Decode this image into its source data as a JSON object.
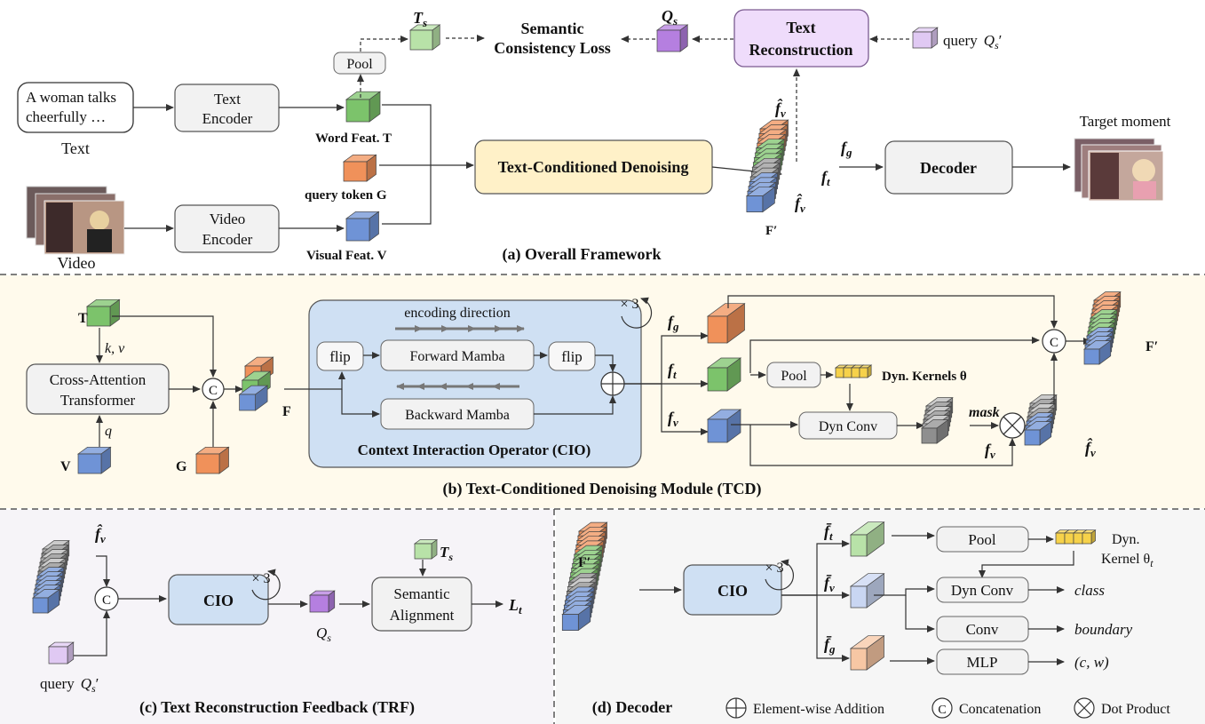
{
  "panels": {
    "a": {
      "caption": "(a) Overall Framework"
    },
    "b": {
      "caption": "(b) Text-Conditioned Denoising Module (TCD)"
    },
    "c": {
      "caption": "(c) Text Reconstruction Feedback (TRF)"
    },
    "d": {
      "caption": "(d) Decoder"
    }
  },
  "framework": {
    "text_input": [
      "A woman talks",
      "cheerfully …"
    ],
    "text_label": "Text",
    "text_encoder": [
      "Text",
      "Encoder"
    ],
    "video_label": "Video",
    "video_encoder": [
      "Video",
      "Encoder"
    ],
    "pool": "Pool",
    "ts_label": "T",
    "ts_sub": "s",
    "semantic_loss": [
      "Semantic",
      "Consistency Loss"
    ],
    "qs_label": "Q",
    "qs_sub": "s",
    "text_reconstruction": [
      "Text",
      "Reconstruction"
    ],
    "query_label": "query",
    "query_sym": "Q",
    "query_sub": "s",
    "query_prime": "′",
    "fv_hat": "f̂",
    "fv_sub": "v",
    "word_feat": "Word Feat. T",
    "query_token": "query token G",
    "visual_feat": "Visual Feat. V",
    "tcd": "Text-Conditioned Denoising",
    "fg": "f",
    "fg_sub": "g",
    "ft": "f",
    "ft_sub": "t",
    "F_prime": "F′",
    "decoder": "Decoder",
    "target_moment": "Target moment"
  },
  "tcd": {
    "T": "T",
    "kv": "k, v",
    "q": "q",
    "V": "V",
    "G": "G",
    "F": "F",
    "cross_attention": [
      "Cross-Attention",
      "Transformer"
    ],
    "concat": "C",
    "times3": "× 3",
    "encoding_direction": "encoding direction",
    "flip": "flip",
    "forward_mamba": "Forward Mamba",
    "backward_mamba": "Backward Mamba",
    "cio_title": "Context Interaction Operator  (CIO)",
    "fg": "f",
    "fg_sub": "g",
    "ft": "f",
    "ft_sub": "t",
    "fv": "f",
    "fv_sub": "v",
    "pool": "Pool",
    "dyn_kernels": "Dyn. Kernels θ",
    "dyn_conv": "Dyn Conv",
    "mask": "mask",
    "F_prime": "F′",
    "fv_hat": "f̂",
    "fv_hat_sub": "v"
  },
  "trf": {
    "fv_hat": "f̂",
    "fv_hat_sub": "v",
    "concat": "C",
    "cio": "CIO",
    "times3": "× 3",
    "qs": "Q",
    "qs_sub": "s",
    "ts": "T",
    "ts_sub": "s",
    "semantic_alignment": [
      "Semantic",
      "Alignment"
    ],
    "lt": "L",
    "lt_sub": "t",
    "query": "query",
    "query_sym": "Q",
    "query_sub": "s",
    "query_prime": "′"
  },
  "decoder": {
    "F_prime": "F′",
    "cio": "CIO",
    "times3": "× 3",
    "ft_bar": "f̄",
    "ft_sub": "t",
    "fv_bar": "f̄",
    "fv_sub": "v",
    "fg_bar": "f̄",
    "fg_sub": "g",
    "pool": "Pool",
    "dyn_kernel": [
      "Dyn.",
      "Kernel θ"
    ],
    "dyn_kernel_sub": "t",
    "dyn_conv": "Dyn Conv",
    "conv": "Conv",
    "mlp": "MLP",
    "class": "class",
    "boundary": "boundary",
    "cw": "(c, w)"
  },
  "legend": {
    "addition": "Element-wise Addition",
    "concat_symbol": "C",
    "concatenation": "Concatenation",
    "dot": "Dot Product"
  },
  "colors": {
    "green": "#7cc36b",
    "orange": "#f0915a",
    "blue": "#6f93d6",
    "purple": "#b57fe0",
    "light_purple": "#e0c9f3",
    "gray_cube": "#9a9a9a",
    "yellow": "#f6d24a",
    "tcd_box": "#fff1c8",
    "cio_box": "#cfe0f3",
    "recon_box": "#efdcfb",
    "panel_b_bg": "#fffaec",
    "panel_c_bg": "#f6f4f8",
    "panel_d_bg": "#f6f6f6"
  }
}
